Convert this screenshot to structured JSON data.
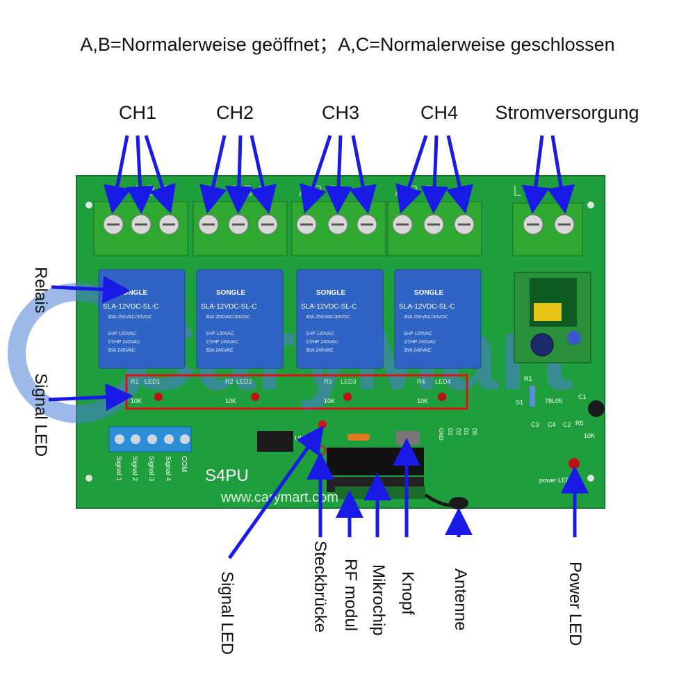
{
  "caption": "A,B=Normalerweise geöffnet；A,C=Normalerweise geschlossen",
  "top_labels": {
    "ch1": "CH1",
    "ch2": "CH2",
    "ch3": "CH3",
    "ch4": "CH4",
    "power": "Stromversorgung"
  },
  "left_labels": {
    "relais": "Relais",
    "signal_led": "Signal LED"
  },
  "bottom_labels": {
    "signal_led": "Signal LED",
    "steckbruecke": "Steckbrücke",
    "rf_modul": "RF modul",
    "mikrochip": "Mikrochip",
    "knopf": "Knopf",
    "antenne": "Antenne",
    "power_led": "Power LED"
  },
  "board": {
    "model": "S4PU",
    "url": "www.carymart.com",
    "relay_brand": "SONGLE",
    "relay_model": "SLA-12VDC-SL-C",
    "relay_rating_1": "30A 250VAC/30VDC",
    "relay_rating_2": "1HP 120VAC",
    "relay_rating_3": "1/2HP 240VAC",
    "relay_rating_4": "30A 240VAC",
    "led_labels": [
      "LED1",
      "LED2",
      "LED3",
      "LED4"
    ],
    "resistor_labels": [
      "R1",
      "R2",
      "R3",
      "R4"
    ],
    "resistor_value": "10K",
    "terminal_letters": "A B C",
    "power_terminal": "L N",
    "signal_terminals": [
      "Signal 1",
      "Signal 2",
      "Signal 3",
      "Signal 4",
      "COM"
    ],
    "chip_label": "ULN",
    "regulator": "78L05",
    "power_led_text": "power LED",
    "cap_labels": [
      "C3",
      "C4",
      "C2",
      "R5",
      "C1",
      "R1",
      "S1"
    ],
    "header_pins": [
      "GND",
      "D3",
      "D2",
      "D1",
      "D0"
    ],
    "watermark": "CaryMart"
  },
  "colors": {
    "board": "#1e9e3c",
    "arrow": "#1a1ae6",
    "relay": "#2f64c4",
    "terminal": "#2fa832",
    "highlight_box": "#e01010",
    "watermark": "#4a7fd6"
  }
}
